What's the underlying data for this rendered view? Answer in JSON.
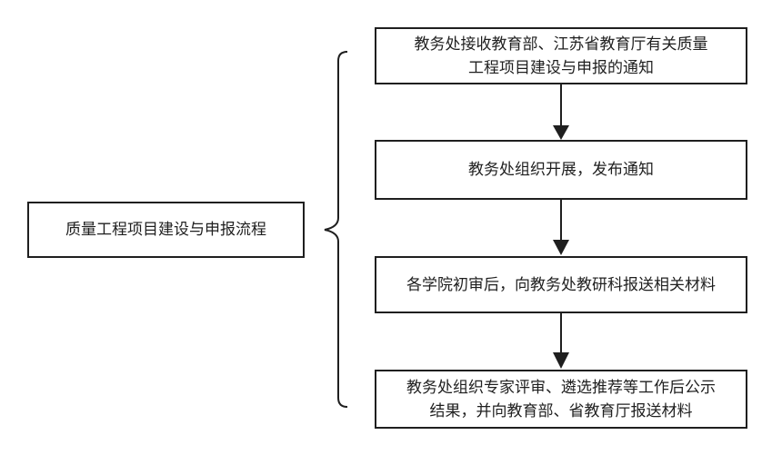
{
  "flowchart": {
    "title_box": {
      "label": "质量工程项目建设与申报流程"
    },
    "brace": {
      "shape": "left-curly-brace"
    },
    "steps": [
      {
        "lines": [
          "教务处接收教育部、江苏省教育厅有关质量",
          "工程项目建设与申报的通知"
        ]
      },
      {
        "lines": [
          "教务处组织开展，发布通知"
        ]
      },
      {
        "lines": [
          "各学院初审后，向教务处教研科报送相关材料"
        ]
      },
      {
        "lines": [
          "教务处组织专家评审、遴选推荐等工作后公示",
          "结果，并向教育部、省教育厅报送材料"
        ]
      }
    ],
    "colors": {
      "line": "#1f1f1f",
      "text": "#1f1f1f",
      "background": "#ffffff"
    }
  }
}
